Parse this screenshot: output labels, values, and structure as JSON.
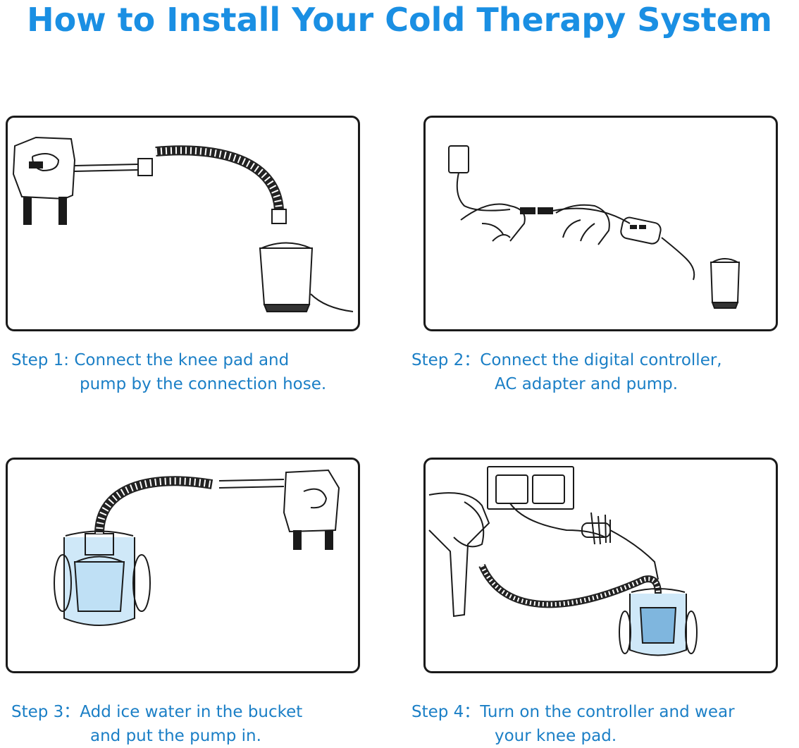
{
  "title": "How to Install Your Cold Therapy System",
  "steps": [
    {
      "line1": "Step 1: Connect the knee pad and",
      "line2": "pump by the connection hose."
    },
    {
      "line1": "Step 2：Connect the digital controller,",
      "line2": "AC adapter and pump."
    },
    {
      "line1": "Step 3：Add ice water in the bucket",
      "line2": "and put the pump in."
    },
    {
      "line1": "Step 4：Turn on the controller and wear",
      "line2": "your knee pad."
    }
  ],
  "colors": {
    "title": "#1a8fe3",
    "caption": "#1b7fc6",
    "water": "#cfe8f8",
    "line": "#1a1a1a"
  }
}
